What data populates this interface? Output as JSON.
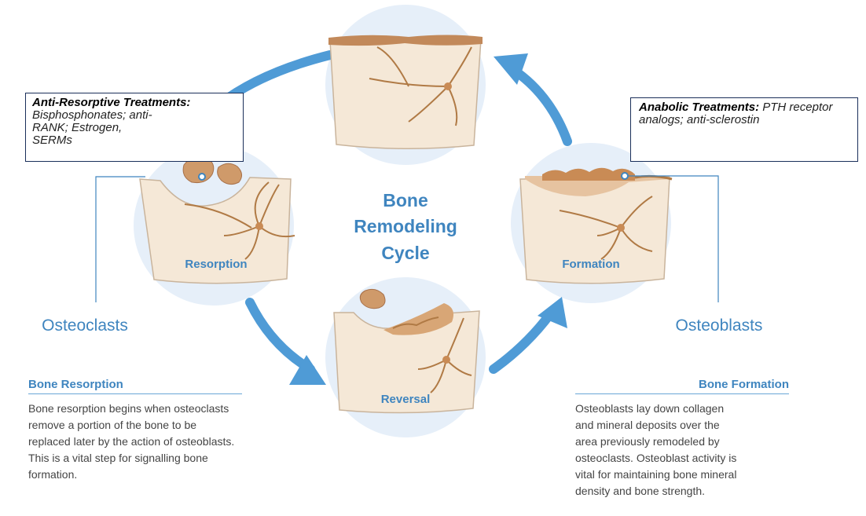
{
  "center_title": [
    "Bone",
    "Remodeling",
    "Cycle"
  ],
  "stages": {
    "resorption": "Resorption",
    "reversal": "Reversal",
    "formation": "Formation"
  },
  "cells": {
    "osteoclasts": "Osteoclasts",
    "osteoblasts": "Osteoblasts"
  },
  "anti_resorptive": {
    "heading": "Anti-Resorptive Treatments:",
    "text": "Bisphosphonates; anti-RANK; Estrogen, SERMs"
  },
  "anabolic": {
    "heading": "Anabolic Treatments:",
    "text": "PTH receptor analogs; anti-sclerostin"
  },
  "bone_resorption": {
    "heading": "Bone Resorption",
    "text": "Bone resorption begins when osteoclasts remove a portion of the bone to be replaced later by the action of osteoblasts. This is a vital step for signalling bone formation."
  },
  "bone_formation": {
    "heading": "Bone Formation",
    "text": "Osteoblasts lay down collagen and mineral deposits over the area previously remodeled by osteoclasts. Osteoblast activity is vital for maintaining bone mineral density and bone strength."
  },
  "colors": {
    "accent_blue": "#3f85bf",
    "arrow_blue": "#4f9bd6",
    "circle_fill": "#e6eff9",
    "bone_fill": "#f5e8d7",
    "bone_edge": "#c9b49c",
    "crack": "#b07a45",
    "box_border": "#1a2f5a"
  }
}
